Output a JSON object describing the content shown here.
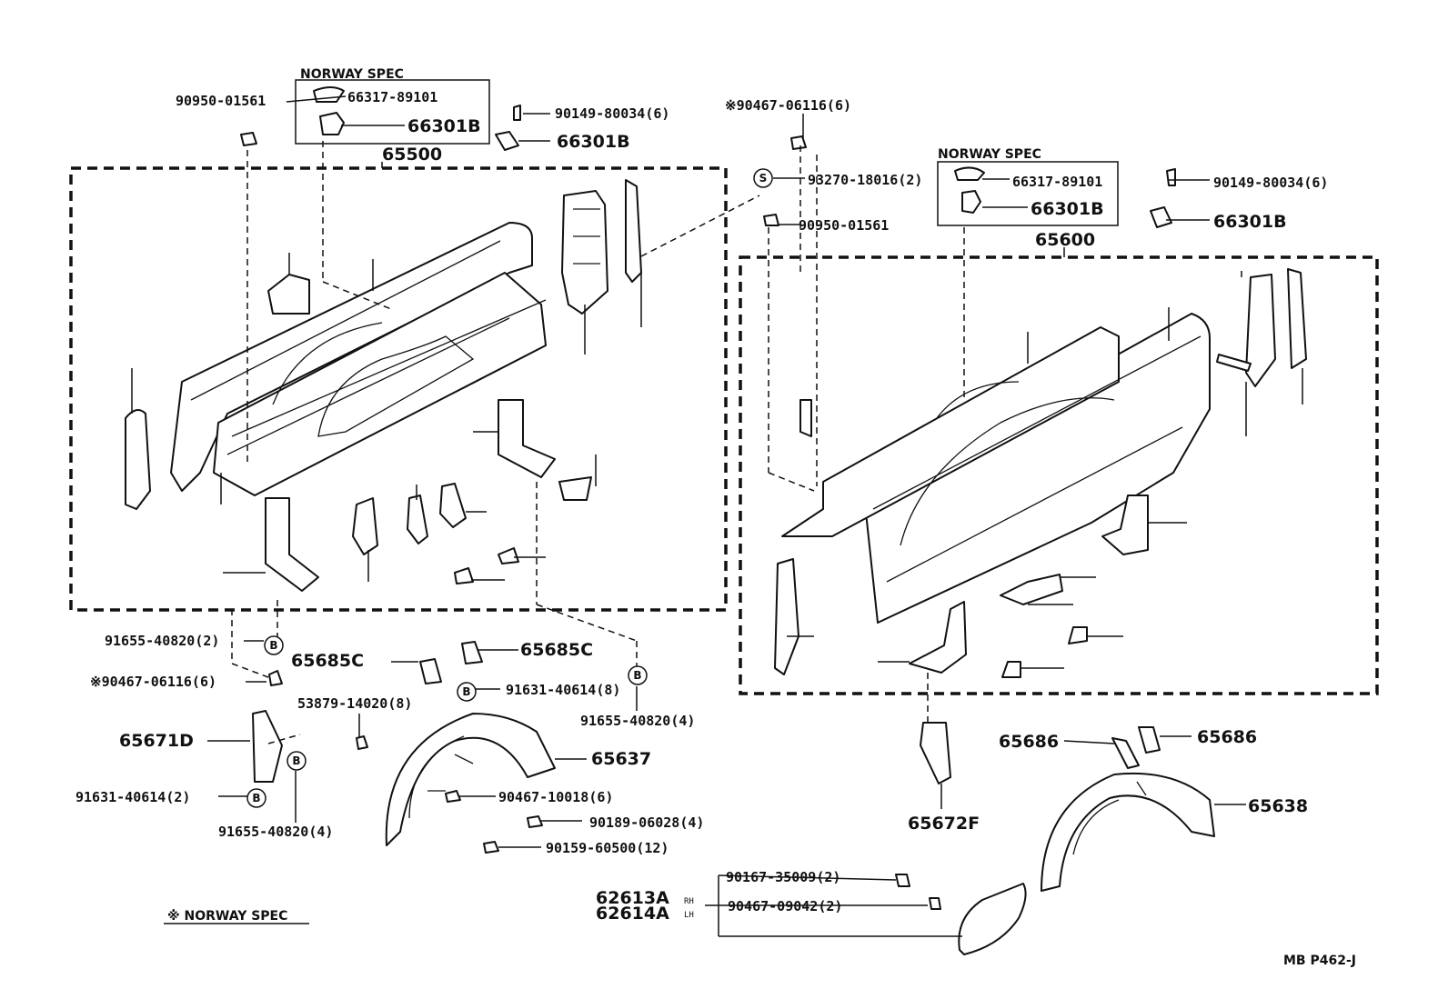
{
  "labels": {
    "p90950_01561_a": "90950-01561",
    "norway_spec_a": "NORWAY SPEC",
    "p66317_89101_a": "66317-89101",
    "p66301b_a1": "66301B",
    "p65500": "65500",
    "p90149_80034_a": "90149-80034(6)",
    "p66301b_a2": "66301B",
    "p90467_06116_top": "※90467-06116(6)",
    "p93270_18016": "93270-18016(2)",
    "p90950_01561_b": "90950-01561",
    "norway_spec_b": "NORWAY SPEC",
    "p66317_89101_b": "66317-89101",
    "p66301b_b1": "66301B",
    "p65600": "65600",
    "p90149_80034_b": "90149-80034(6)",
    "p66301b_b2": "66301B",
    "p91655_40820_2": "91655-40820(2)",
    "p90467_06116_left": "※90467-06116(6)",
    "p65685c_a": "65685C",
    "p65685c_b": "65685C",
    "p91631_40614_8": "91631-40614(8)",
    "p91655_40820_4a": "91655-40820(4)",
    "p53879_14020": "53879-14020(8)",
    "p65671d": "65671D",
    "p91631_40614_2": "91631-40614(2)",
    "p91655_40820_4b": "91655-40820(4)",
    "p65637": "65637",
    "p90467_10018": "90467-10018(6)",
    "p90189_06028": "90189-06028(4)",
    "p90159_60500": "90159-60500(12)",
    "p65686_a": "65686",
    "p65686_b": "65686",
    "p65638": "65638",
    "p65672f": "65672F",
    "p90167_35009": "90167-35009(2)",
    "p90467_09042": "90467-09042(2)",
    "p62613a": "62613A",
    "p62614a": "62614A",
    "rh": "RH",
    "lh": "LH",
    "norway_note": "※ NORWAY SPEC",
    "code": "MB  P462-J"
  },
  "badges": {
    "b": "B",
    "s": "S"
  }
}
